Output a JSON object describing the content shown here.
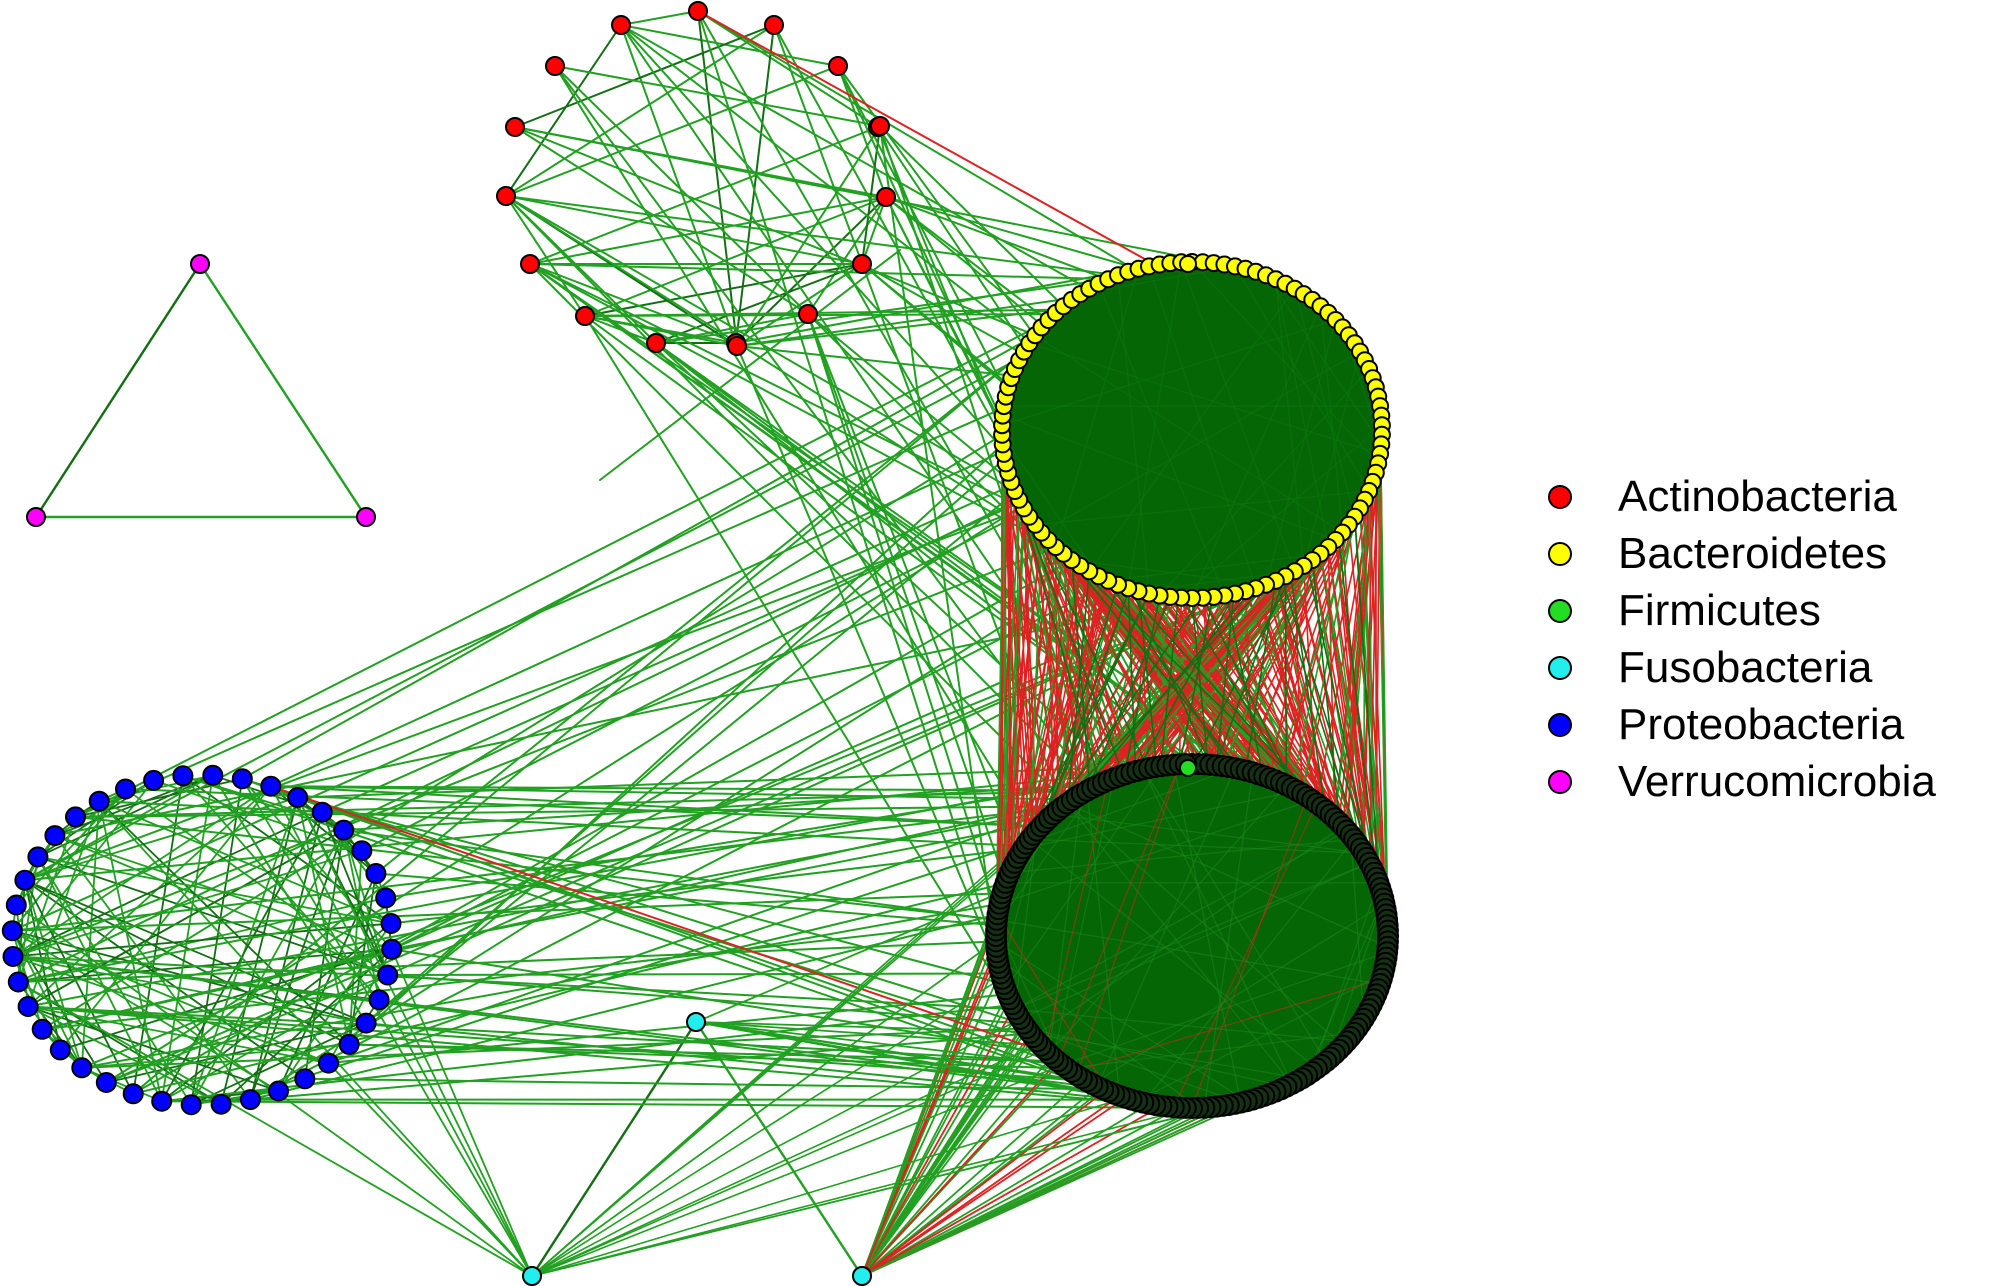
{
  "legend": {
    "items": [
      {
        "label": "Actinobacteria",
        "color": "#ff0000"
      },
      {
        "label": "Bacteroidetes",
        "color": "#ffff00"
      },
      {
        "label": "Firmicutes",
        "color": "#22dd22"
      },
      {
        "label": "Fusobacteria",
        "color": "#22eeee"
      },
      {
        "label": "Proteobacteria",
        "color": "#0000ff"
      },
      {
        "label": "Verrucomicrobia",
        "color": "#ff00ff"
      }
    ]
  },
  "colors": {
    "positive_edge": "#22a022",
    "positive_edge_dark": "#136e13",
    "negative_edge": "#dd2222",
    "cluster_fill": "#056605",
    "node_stroke": "#000000"
  },
  "network": {
    "clusters": [
      {
        "phylum": "Actinobacteria",
        "nodes": 17,
        "layout": "circle"
      },
      {
        "phylum": "Verrucomicrobia",
        "nodes": 3,
        "layout": "triangle"
      },
      {
        "phylum": "Bacteroidetes",
        "nodes": 110,
        "layout": "circle"
      },
      {
        "phylum": "Firmicutes",
        "nodes": 200,
        "layout": "circle"
      },
      {
        "phylum": "Proteobacteria",
        "nodes": 40,
        "layout": "circle"
      },
      {
        "phylum": "Fusobacteria",
        "nodes": 3,
        "layout": "triangle"
      }
    ]
  }
}
